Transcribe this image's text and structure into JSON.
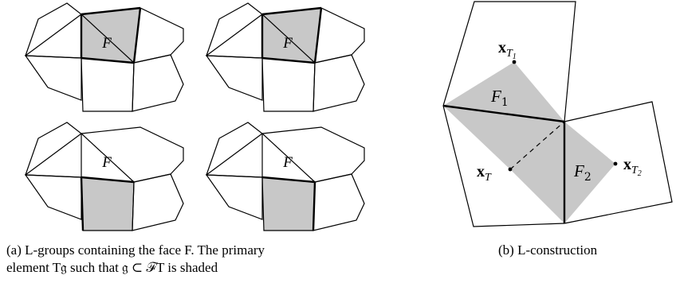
{
  "panel_a": {
    "face_label": "F",
    "caption_line1": "(a) L-groups containing the face F. The primary",
    "caption_line2": "element T𝔤 such that 𝔤 ⊂ ℱT is shaded"
  },
  "panel_b": {
    "caption": "(b) L-construction",
    "x_label": "x",
    "labels": {
      "F1": "F",
      "F1_sub": "1",
      "F2": "F",
      "F2_sub": "2",
      "T_sub": "T",
      "T1_sub": "T",
      "T1_subsub": "1",
      "T2_sub": "T",
      "T2_subsub": "2"
    }
  }
}
